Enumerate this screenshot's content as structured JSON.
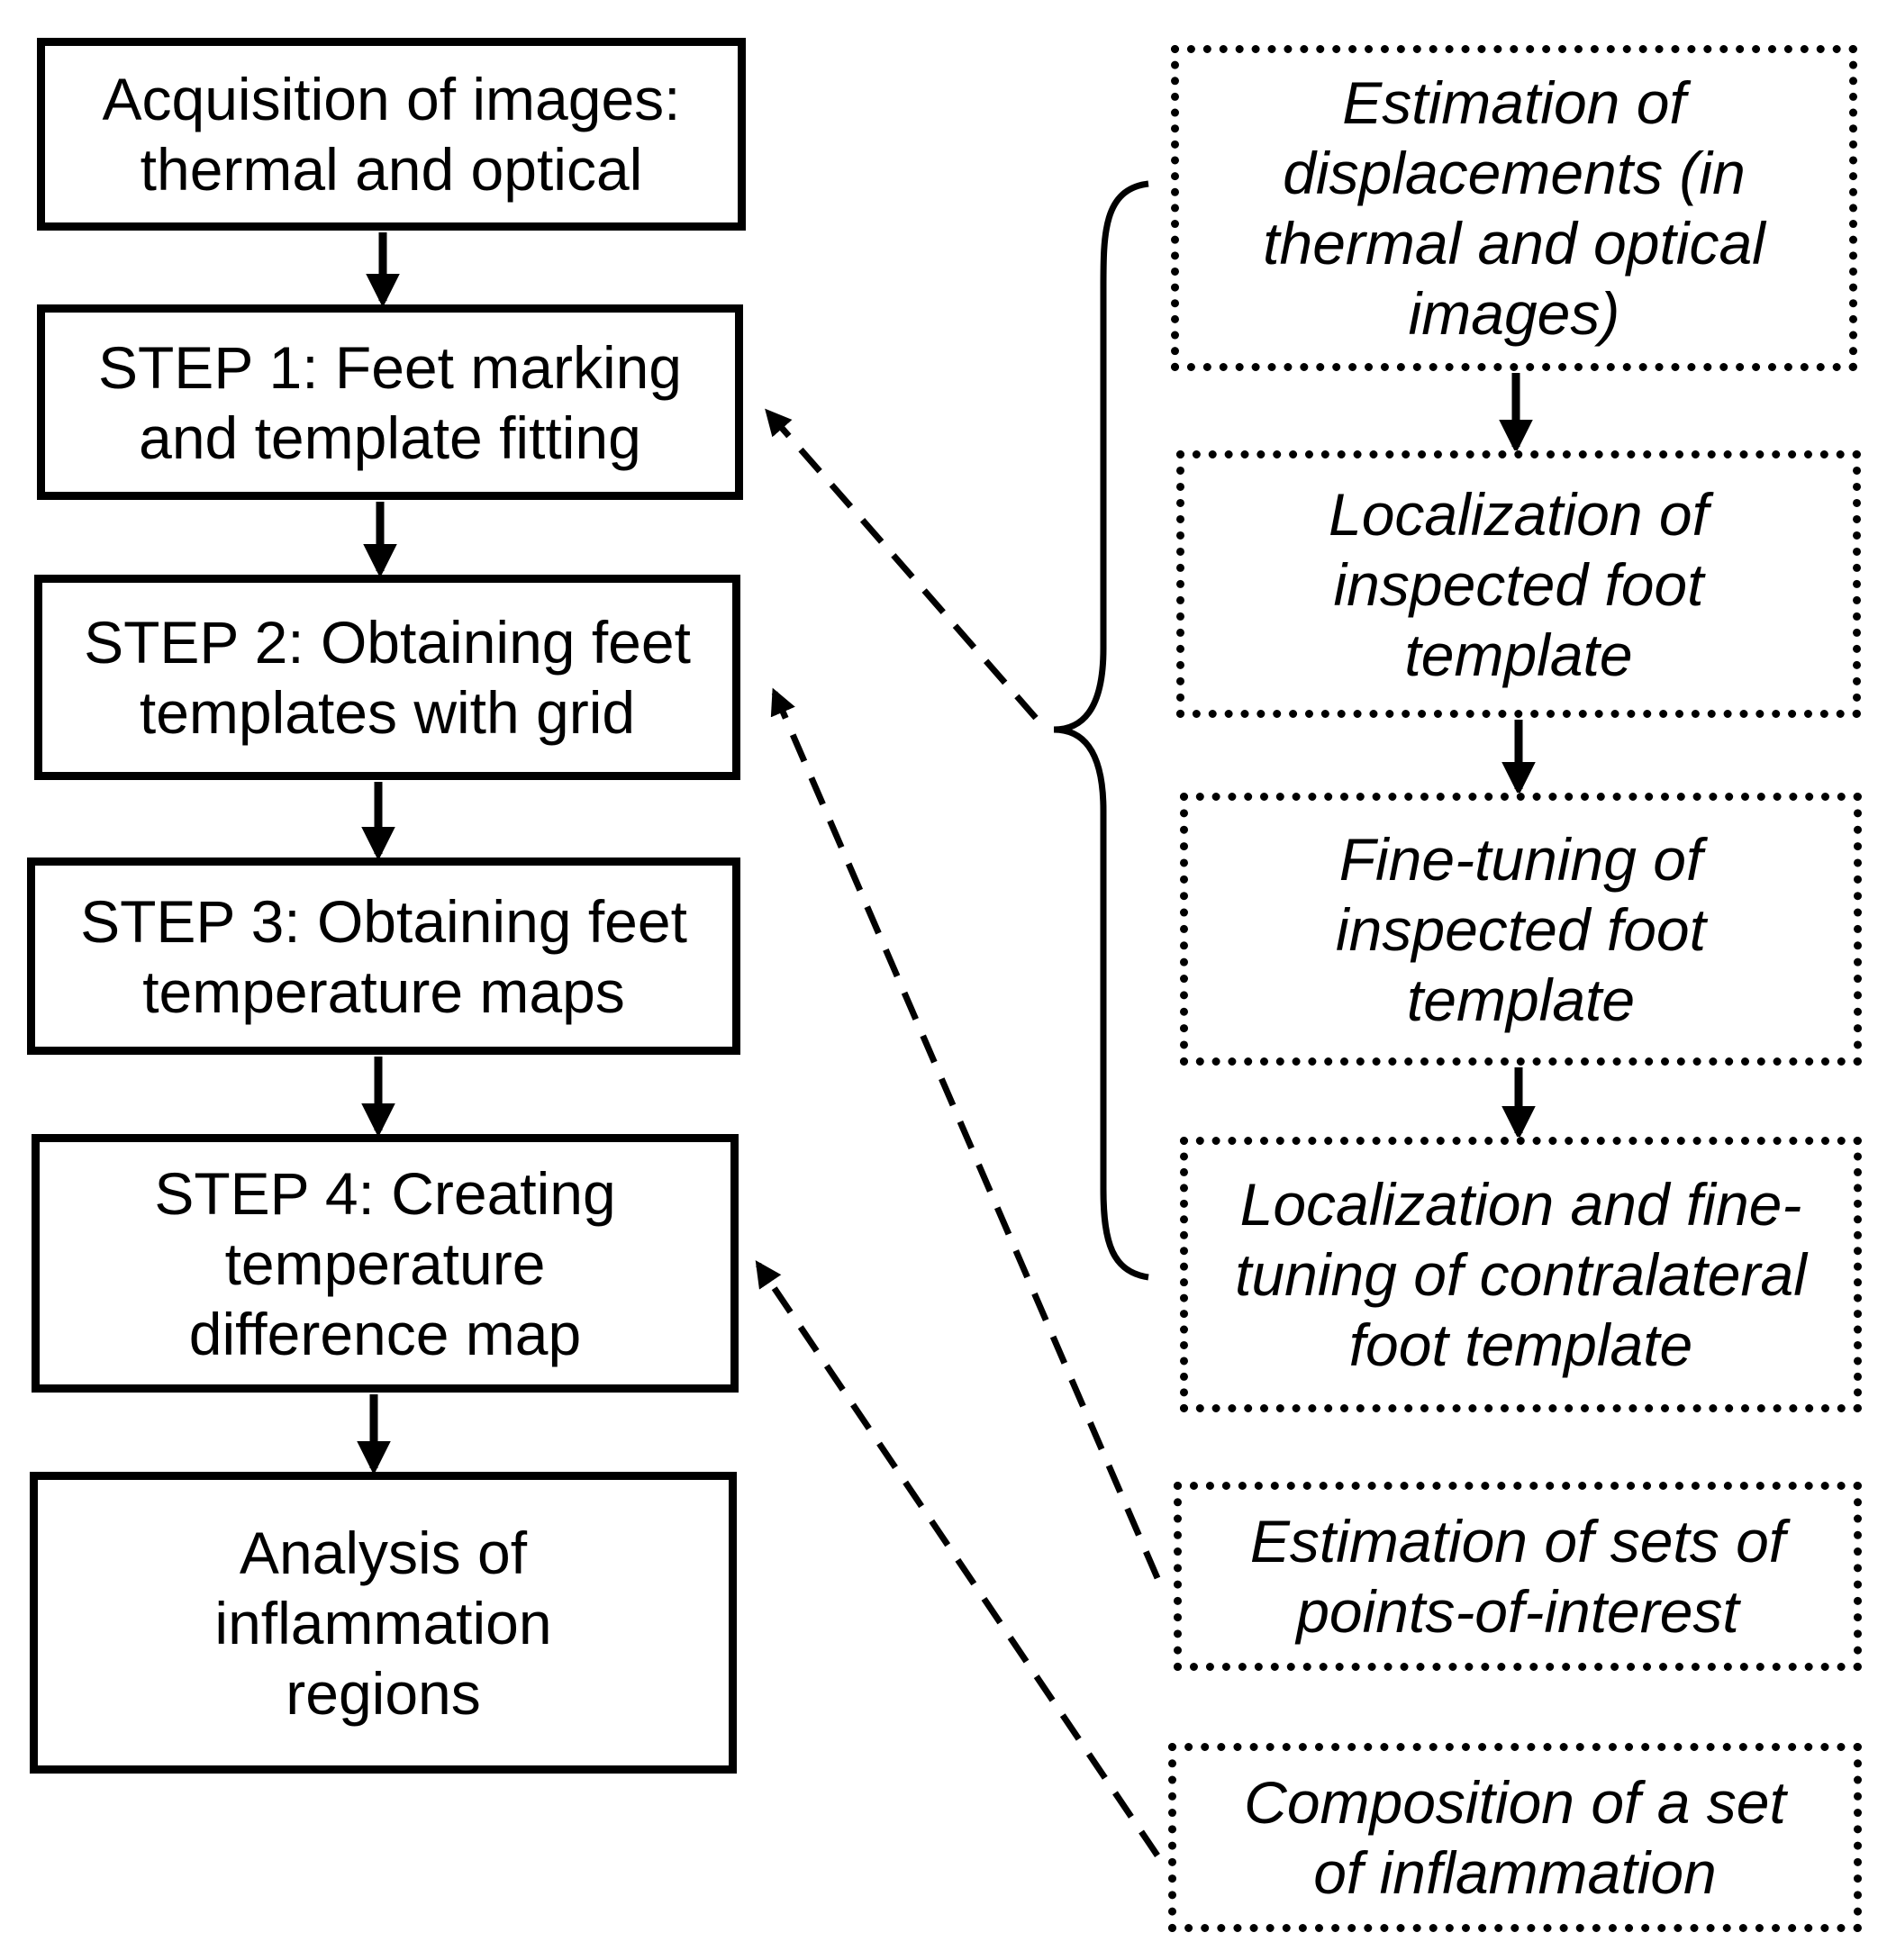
{
  "main_steps": [
    {
      "id": "acquisition",
      "text": "Acquisition of images:\nthermal and optical"
    },
    {
      "id": "step1",
      "text": "STEP 1: Feet marking\nand template fitting"
    },
    {
      "id": "step2",
      "text": "STEP 2: Obtaining feet\ntemplates with grid"
    },
    {
      "id": "step3",
      "text": "STEP 3: Obtaining feet\ntemperature maps"
    },
    {
      "id": "step4",
      "text": "STEP 4: Creating\ntemperature\ndifference map"
    },
    {
      "id": "analysis",
      "text": "Analysis of\ninflammation\nregions"
    }
  ],
  "side_steps": [
    {
      "id": "displacements",
      "text": "Estimation of\ndisplacements (in\nthermal and optical\nimages)"
    },
    {
      "id": "localization-inspected",
      "text": "Localization of\ninspected foot\ntemplate"
    },
    {
      "id": "finetuning-inspected",
      "text": "Fine-tuning of\ninspected foot\ntemplate"
    },
    {
      "id": "contralateral",
      "text": "Localization and fine-\ntuning of contralateral\nfoot template"
    },
    {
      "id": "points-of-interest",
      "text": "Estimation of sets of\npoints-of-interest"
    },
    {
      "id": "inflammation-set",
      "text": "Composition of a set\nof inflammation"
    }
  ],
  "links": [
    {
      "from": "brace",
      "to": "step1",
      "style": "dashed"
    },
    {
      "from": "points-of-interest",
      "to": "step2",
      "style": "dashed"
    },
    {
      "from": "inflammation-set",
      "to": "step4",
      "style": "dashed"
    }
  ]
}
